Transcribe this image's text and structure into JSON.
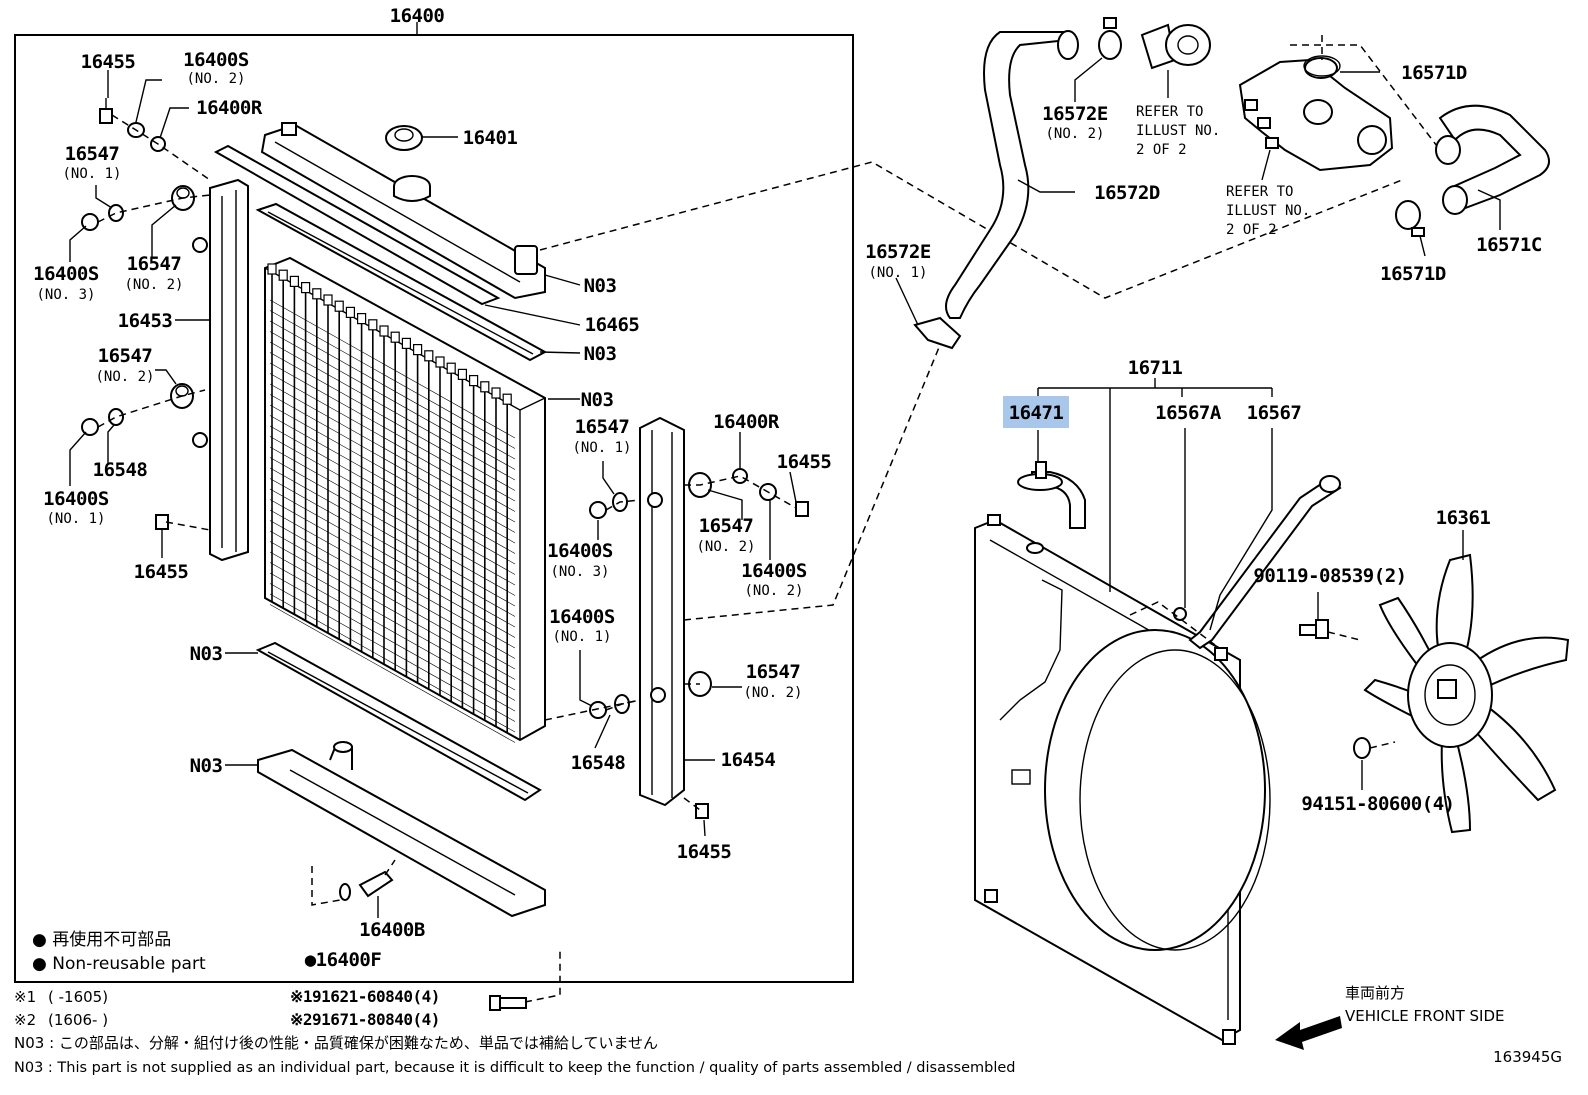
{
  "labels": {
    "p16400": "16400",
    "p16455_a": "16455",
    "p16400s_no2_a": "16400S",
    "no2_a": "(NO. 2)",
    "p16400r_a": "16400R",
    "p16401": "16401",
    "p16547_no1_a": "16547",
    "no1_a": "(NO. 1)",
    "p16400s_no3_a": "16400S",
    "no3_a": "(NO. 3)",
    "p16547_no2_a": "16547",
    "no2_b": "(NO. 2)",
    "p16453": "16453",
    "n03_a": "N03",
    "p16465": "16465",
    "n03_b": "N03",
    "n03_c": "N03",
    "p16547_no2_b": "16547",
    "no2_c": "(NO. 2)",
    "p16548_a": "16548",
    "p16400s_no1_a": "16400S",
    "no1_b": "(NO. 1)",
    "p16455_b": "16455",
    "p16547_no1_b": "16547",
    "no1_c": "(NO. 1)",
    "p16400r_b": "16400R",
    "p16455_c": "16455",
    "p16547_no2_c": "16547",
    "no2_d": "(NO. 2)",
    "p16400s_no3_b": "16400S",
    "no3_b": "(NO. 3)",
    "p16400s_no2_b": "16400S",
    "no2_e": "(NO. 2)",
    "p16400s_no1_b": "16400S",
    "no1_d": "(NO. 1)",
    "n03_d": "N03",
    "p16547_no2_d": "16547",
    "no2_f": "(NO. 2)",
    "p16548_b": "16548",
    "p16454": "16454",
    "n03_e": "N03",
    "p16455_d": "16455",
    "p16400b": "16400B",
    "p16400f": "●16400F",
    "p16572e_no2": "16572E",
    "no2_g": "(NO. 2)",
    "refer1_l1": "REFER TO",
    "refer1_l2": "ILLUST NO.",
    "refer1_l3": "2 OF 2",
    "p16571d_a": "16571D",
    "refer2_l1": "REFER TO",
    "refer2_l2": "ILLUST NO.",
    "refer2_l3": "2 OF 2",
    "p16572d": "16572D",
    "p16572e_no1": "16572E",
    "no1_e": "(NO. 1)",
    "p16571c": "16571C",
    "p16571d_b": "16571D",
    "p16711": "16711",
    "p16471": "16471",
    "p16567a": "16567A",
    "p16567": "16567",
    "p16361": "16361",
    "p90119": "90119-08539(2)",
    "p94151": "94151-80600(4)"
  },
  "legend": {
    "jp": "● 再使用不可部品",
    "en": "● Non-reusable part"
  },
  "footnotes": {
    "s1_mark": "※1",
    "s1_text": "(     -1605)",
    "s2_mark": "※2",
    "s2_text": "(1606-     )",
    "bolt1": "※191621-60840(4)",
    "bolt2": "※291671-80840(4)",
    "n03_jp": "N03 : この部品は、分解・組付け後の性能・品質確保が困難なため、単品では補給していません",
    "n03_en": "N03 : This part is not supplied as an individual part, because it is difficult to keep the function / quality of parts assembled / disassembled"
  },
  "direction": {
    "jp": "車両前方",
    "en": "VEHICLE FRONT SIDE"
  },
  "figure_id": "163945G",
  "highlight_color": "#a8c7ea"
}
